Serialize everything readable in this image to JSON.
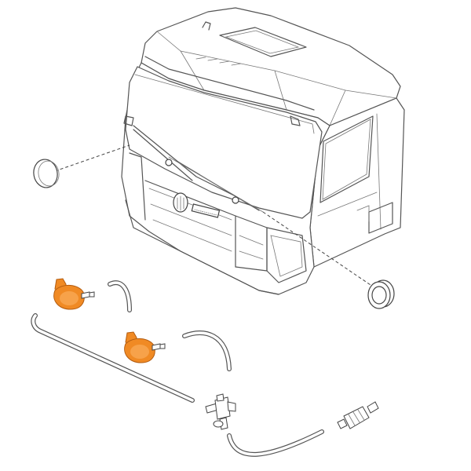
{
  "diagram": {
    "parts": [
      {
        "name": "truck-cab",
        "icon": "truck-cab-outline"
      },
      {
        "name": "cap",
        "icon": "round-cap"
      },
      {
        "name": "grommet",
        "icon": "rubber-grommet"
      },
      {
        "name": "washer-pump-upper",
        "icon": "pump",
        "color": "#f08a24"
      },
      {
        "name": "washer-pump-lower",
        "icon": "pump",
        "color": "#f08a24"
      },
      {
        "name": "hose-short",
        "icon": "hose"
      },
      {
        "name": "hose-medium",
        "icon": "hose"
      },
      {
        "name": "hose-long",
        "icon": "hose"
      },
      {
        "name": "hose-bottom",
        "icon": "hose"
      },
      {
        "name": "t-connector",
        "icon": "t-fitting"
      },
      {
        "name": "check-valve",
        "icon": "inline-valve"
      }
    ],
    "accent_color": "#f08a24",
    "line_color": "#555555"
  }
}
